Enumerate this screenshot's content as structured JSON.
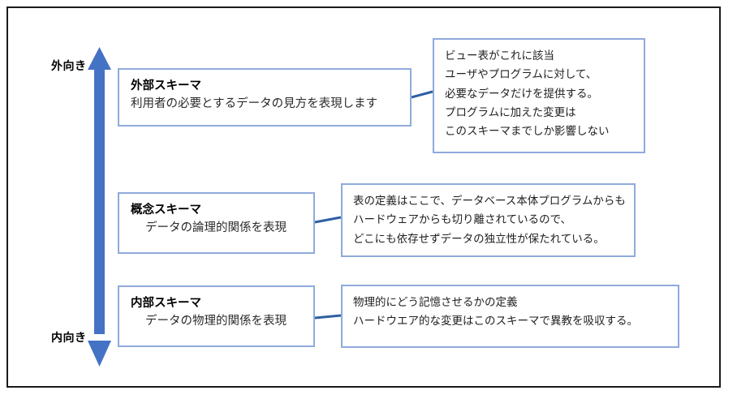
{
  "diagram": {
    "title": "three-level schema architecture",
    "axis": {
      "top_label": "外向き",
      "bottom_label": "内向き",
      "arrow_type": "double-headed-vertical-arrow"
    },
    "colors": {
      "arrow": "#4472C4",
      "box_border": "#8FAADC",
      "connector": "#2E5FA3",
      "frame": "#1A1A1A",
      "background": "#FFFFFF"
    },
    "levels": [
      {
        "id": "external",
        "title": "外部スキーマ",
        "description": "利用者の必要とするデータの見方を表現します",
        "indent_description": false,
        "note_lines": [
          "ビュー表がこれに該当",
          "ユーザやプログラムに対して、",
          "必要なデータだけを提供する。",
          "プログラムに加えた変更は",
          "このスキーマまでしか影響しない"
        ]
      },
      {
        "id": "conceptual",
        "title": "概念スキーマ",
        "description": "データの論理的関係を表現",
        "indent_description": true,
        "note_lines": [
          "表の定義はここで、データベース本体プログラムからも",
          "ハードウェアからも切り離されているので、",
          "どこにも依存せずデータの独立性が保たれている。"
        ]
      },
      {
        "id": "internal",
        "title": "内部スキーマ",
        "description": "データの物理的関係を表現",
        "indent_description": true,
        "note_lines": [
          "物理的にどう記憶させるかの定義",
          "ハードウエア的な変更はこのスキーマで異教を吸収する。"
        ]
      }
    ]
  }
}
